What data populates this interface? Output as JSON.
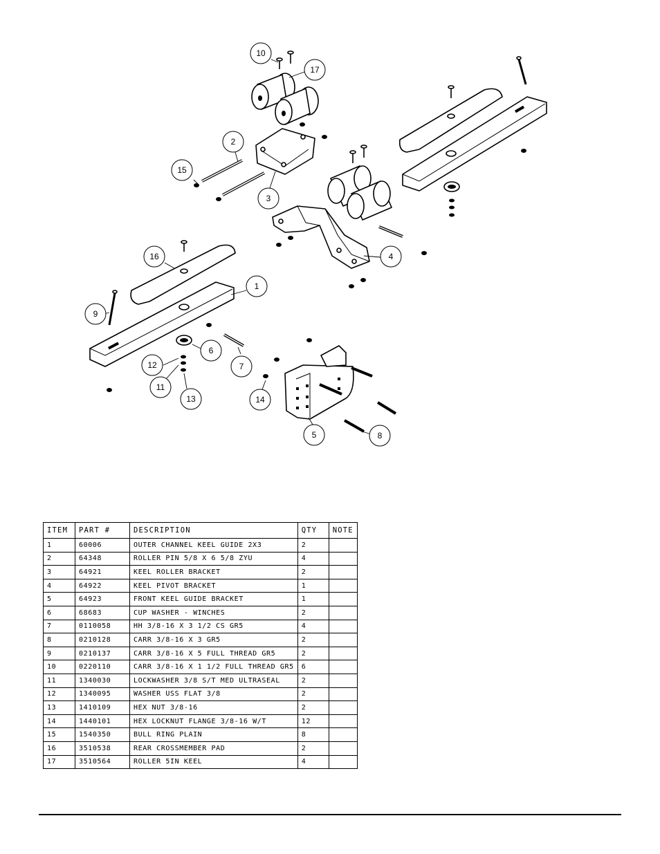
{
  "callouts": [
    "1",
    "2",
    "3",
    "4",
    "5",
    "6",
    "7",
    "8",
    "9",
    "10",
    "11",
    "12",
    "13",
    "14",
    "15",
    "16",
    "17"
  ],
  "table": {
    "headers": [
      "ITEM",
      "PART #",
      "DESCRIPTION",
      "QTY",
      "NOTE"
    ],
    "rows": [
      [
        "1",
        "60006",
        "OUTER CHANNEL KEEL GUIDE 2X3",
        "2",
        ""
      ],
      [
        "2",
        "64348",
        "ROLLER PIN  5/8 X 6 5/8 ZYU",
        "4",
        ""
      ],
      [
        "3",
        "64921",
        "KEEL ROLLER BRACKET",
        "2",
        ""
      ],
      [
        "4",
        "64922",
        "KEEL PIVOT BRACKET",
        "1",
        ""
      ],
      [
        "5",
        "64923",
        "FRONT KEEL GUIDE BRACKET",
        "1",
        ""
      ],
      [
        "6",
        "68683",
        "CUP WASHER - WINCHES",
        "2",
        ""
      ],
      [
        "7",
        "0110058",
        "HH 3/8-16 X 3 1/2 CS GR5",
        "4",
        ""
      ],
      [
        "8",
        "0210128",
        "CARR 3/8-16 X 3 GR5",
        "2",
        ""
      ],
      [
        "9",
        "0210137",
        "CARR 3/8-16 X 5 FULL THREAD GR5",
        "2",
        ""
      ],
      [
        "10",
        "0220110",
        "CARR 3/8-16 X 1 1/2 FULL THREAD GR5",
        "6",
        ""
      ],
      [
        "11",
        "1340030",
        "LOCKWASHER 3/8 S/T MED ULTRASEAL",
        "2",
        ""
      ],
      [
        "12",
        "1340095",
        "WASHER USS FLAT 3/8",
        "2",
        ""
      ],
      [
        "13",
        "1410109",
        "HEX NUT 3/8-16",
        "2",
        ""
      ],
      [
        "14",
        "1440101",
        "HEX LOCKNUT FLANGE 3/8-16 W/T",
        "12",
        ""
      ],
      [
        "15",
        "1540350",
        "BULL RING PLAIN",
        "8",
        ""
      ],
      [
        "16",
        "3510538",
        "REAR CROSSMEMBER PAD",
        "2",
        ""
      ],
      [
        "17",
        "3510564",
        "ROLLER 5IN KEEL",
        "4",
        ""
      ]
    ]
  }
}
